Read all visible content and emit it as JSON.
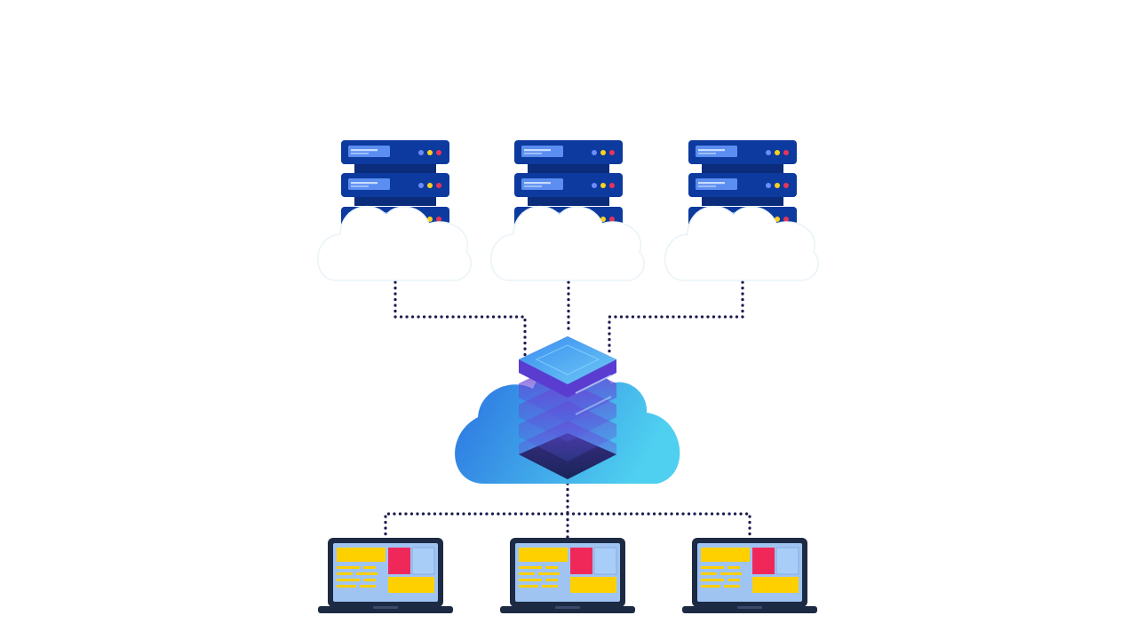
{
  "diagram": {
    "kind": "cloud-network",
    "origin_nodes": [
      {
        "id": "origin-1",
        "icon": "server-rack-icon"
      },
      {
        "id": "origin-2",
        "icon": "server-rack-icon"
      },
      {
        "id": "origin-3",
        "icon": "server-rack-icon"
      }
    ],
    "hub_node": {
      "id": "hub",
      "icon": "cloud-server-stack-icon"
    },
    "client_nodes": [
      {
        "id": "client-1",
        "icon": "laptop-icon"
      },
      {
        "id": "client-2",
        "icon": "laptop-icon"
      },
      {
        "id": "client-3",
        "icon": "laptop-icon"
      }
    ],
    "edges": [
      {
        "from": "origin-1",
        "to": "hub"
      },
      {
        "from": "origin-2",
        "to": "hub"
      },
      {
        "from": "origin-3",
        "to": "hub"
      },
      {
        "from": "hub",
        "to": "client-1"
      },
      {
        "from": "hub",
        "to": "client-2"
      },
      {
        "from": "hub",
        "to": "client-3"
      }
    ],
    "edge_style": "dotted"
  },
  "colors": {
    "server_body": "#0d3a9e",
    "server_panel": "#5b8ef0",
    "led_blue": "#6b8cff",
    "led_yellow": "#ffd21f",
    "led_red": "#e8345a",
    "connector": "#1a1a4e",
    "hub_cloud_start": "#2a6fe0",
    "hub_cloud_end": "#4fd0f0",
    "laptop_frame": "#1d2a44",
    "laptop_screen": "#9fc4f2",
    "screen_yellow": "#ffd000",
    "screen_pink": "#f0285a",
    "screen_light": "#a8cdf7"
  }
}
